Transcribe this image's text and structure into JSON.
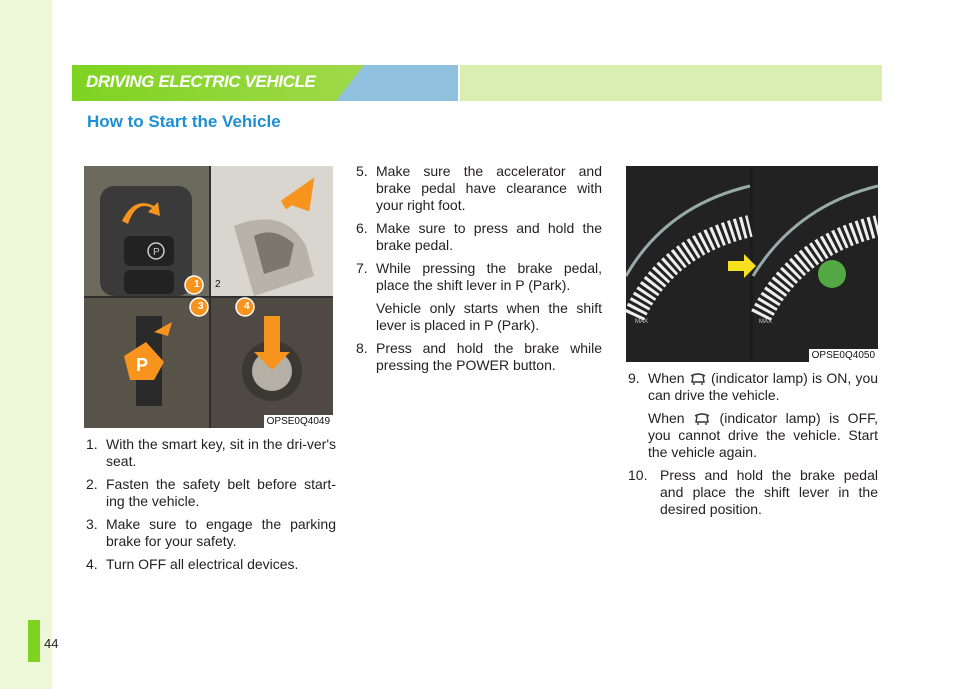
{
  "page_number": "44",
  "banner": {
    "title": "DRIVING ELECTRIC VEHICLE"
  },
  "section_title": "How to Start the Vehicle",
  "figures": {
    "left_caption": "OPSE0Q4049",
    "right_caption": "OPSE0Q4050",
    "callouts": [
      "1",
      "2",
      "3",
      "4"
    ],
    "max_label": "MAX"
  },
  "steps": {
    "s1": {
      "num": "1.",
      "text": "With the smart key, sit in the dri-ver's seat."
    },
    "s2": {
      "num": "2.",
      "text": "Fasten the safety belt before start-ing the vehicle."
    },
    "s3": {
      "num": "3.",
      "text": "Make sure to engage the parking brake for your safety."
    },
    "s4": {
      "num": "4.",
      "text": "Turn OFF all electrical devices."
    },
    "s5": {
      "num": "5.",
      "text": "Make sure the accelerator and brake pedal have clearance with your right foot."
    },
    "s6": {
      "num": "6.",
      "text": "Make sure to press and hold the brake pedal."
    },
    "s7": {
      "num": "7.",
      "text": "While pressing the brake pedal, place the shift lever in P (Park)."
    },
    "s7_note": "Vehicle only starts when the shift lever is placed in P (Park).",
    "s8": {
      "num": "8.",
      "text": "Press and hold the brake while pressing the POWER button."
    },
    "s9": {
      "num": "9.",
      "before": "When",
      "after": "(indicator lamp) is ON, you can drive the vehicle."
    },
    "s9_note": {
      "before": "When",
      "after": "(indicator lamp) is OFF, you cannot drive the vehicle. Start the vehicle again."
    },
    "s10": {
      "num": "10.",
      "text": "Press and hold the brake pedal and place the shift lever in the desired position."
    }
  },
  "colors": {
    "accent_green": "#7ed321",
    "title_blue": "#1f8fd3",
    "banner_blue": "#8fc0dd"
  }
}
